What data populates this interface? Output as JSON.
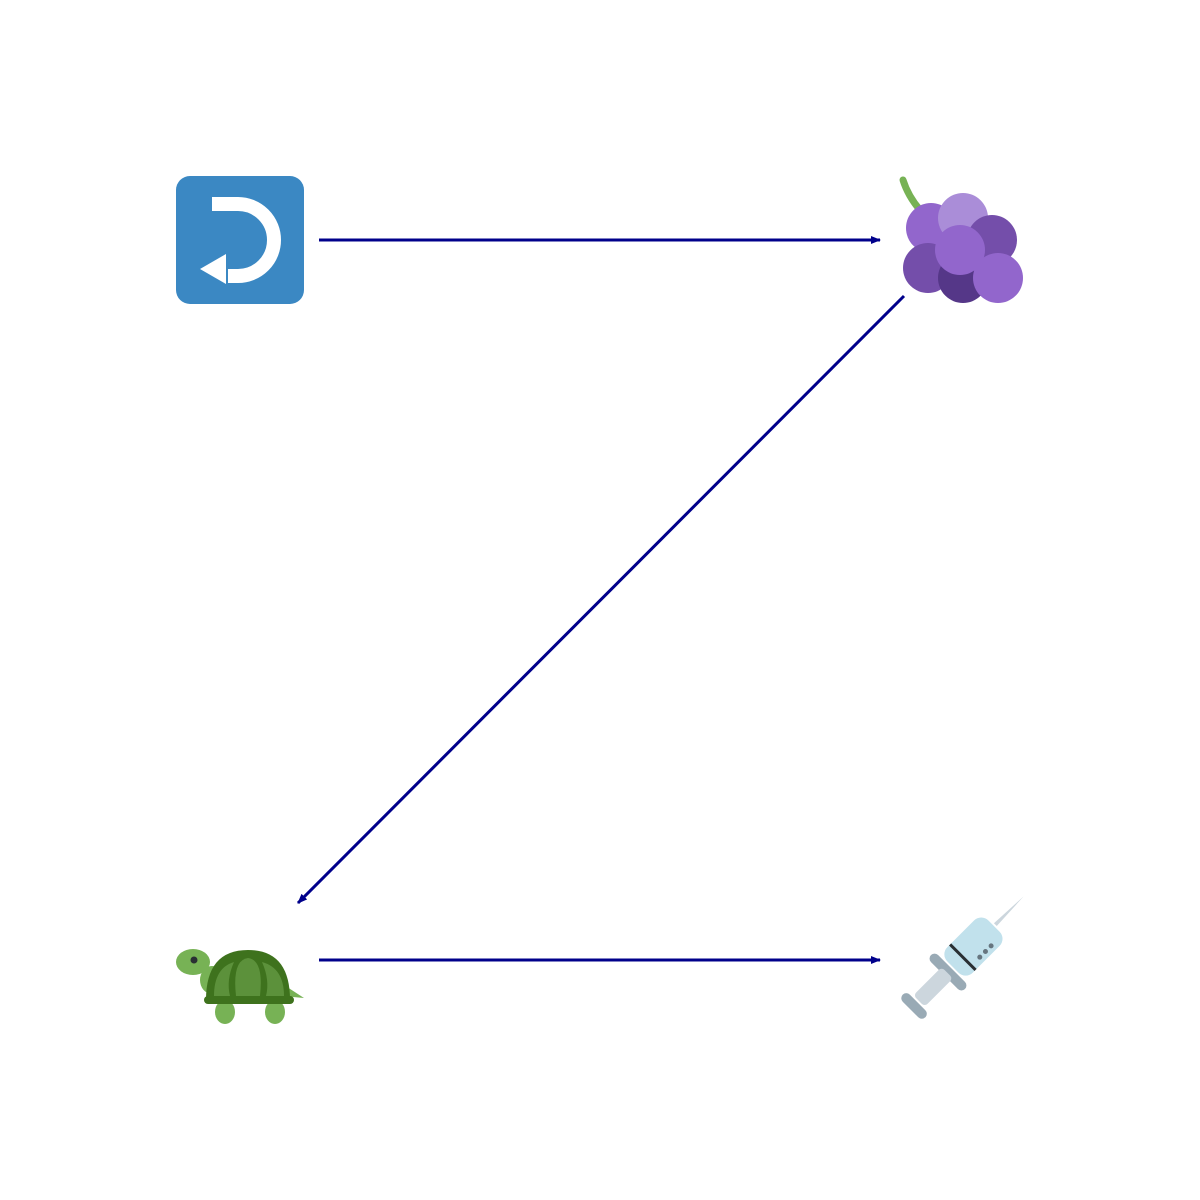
{
  "diagram": {
    "nodes": [
      {
        "id": "return-arrow",
        "icon": "left-arrow-curving-right-icon"
      },
      {
        "id": "grapes",
        "icon": "grapes-icon"
      },
      {
        "id": "turtle",
        "icon": "turtle-icon"
      },
      {
        "id": "syringe",
        "icon": "syringe-icon"
      }
    ],
    "edges": [
      {
        "from": "return-arrow",
        "to": "grapes"
      },
      {
        "from": "grapes",
        "to": "turtle"
      },
      {
        "from": "turtle",
        "to": "syringe"
      }
    ],
    "colors": {
      "edge": "#00008b",
      "background": "#ffffff",
      "return_box": "#3b88c3",
      "grape_light": "#aa8dd8",
      "grape_mid": "#9266cc",
      "grape_dark": "#744eaa",
      "grape_darkest": "#553788",
      "stem": "#77b255",
      "turtle_light": "#77b255",
      "turtle_shell": "#3e721d",
      "turtle_shell_inner": "#5c913b",
      "syringe_barrel": "#c1e1ec",
      "syringe_metal": "#99aab5",
      "syringe_body": "#ccd6dd"
    }
  }
}
